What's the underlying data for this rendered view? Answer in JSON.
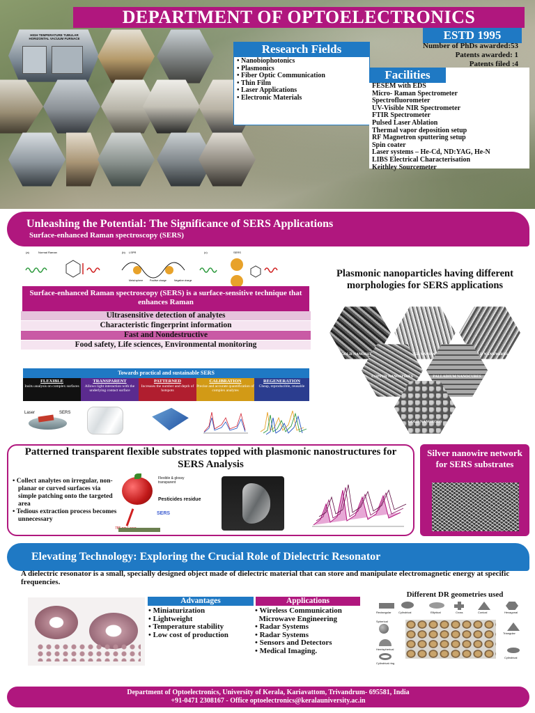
{
  "header": {
    "title": "DEPARTMENT OF OPTOELECTRONICS",
    "estd": "ESTD 1995",
    "stats": [
      "Number of PhDs awarded:53",
      "Patents awarded: 1",
      "Patents filed :4"
    ],
    "photo_label": "HIGH TEMPERATURE TUBULAR HORIZONTAL VACUUM FURNACE"
  },
  "research": {
    "heading": "Research Fields",
    "items": [
      "Nanobiophotonics",
      "Plasmonics",
      "Fiber Optic Communication",
      "Thin Film",
      "Laser Applications",
      "Electronic Materials"
    ]
  },
  "facilities": {
    "heading": "Facilities",
    "items": [
      "FESEM with EDS",
      "Micro- Raman Spectrometer",
      "Spectrofluorometer",
      "UV-Visible NIR Spectrometer",
      "FTIR  Spectrometer",
      "Pulsed Laser Ablation",
      "Thermal vapor deposition setup",
      "RF Magnetron sputtering setup",
      "Spin coater",
      "Laser systems – He-Cd, ND:YAG, He-N",
      "LIBS Electrical Characterisation",
      "Keithley Sourcemeter"
    ]
  },
  "sers": {
    "title": "Unleashing the Potential:  The Significance of SERS Applications",
    "subtitle": "Surface-enhanced Raman spectroscopy  (SERS)",
    "schematic_labels": {
      "a": "(a)",
      "normal": "Normal Raman",
      "b": "(b)",
      "lspr": "LSPR",
      "c": "(c)",
      "sers": "SERS",
      "metal": "Metal sphere",
      "pos": "Positive charge",
      "neg": "Negative charge"
    },
    "description": "Surface-enhanced Raman spectroscopy  (SERS) is a surface-sensitive technique that enhances Raman",
    "features": [
      "Ultrasensitive detection of analytes",
      "Characteristic fingerprint information",
      "Fast and Nondestructive",
      "Food safety, Life sciences, Environmental monitoring"
    ],
    "plasmonic_title": "Plasmonic nanoparticles having different morphologies for SERS applications",
    "nanoparticles": [
      "GOLD NANOSHEETS",
      "SILVER NANOWIRES",
      "GOLD NANOWIRES",
      "COPPER NANOSPIKES",
      "PALLADIUM NANOCUBES",
      "GOLD NANORODS"
    ],
    "practical": {
      "heading": "Towards practical and sustainable SERS",
      "cells": [
        {
          "title": "FLEXIBLE",
          "text": "Insitu analysis on complex surfaces",
          "color": "#111111"
        },
        {
          "title": "TRANSPARENT",
          "text": "Allows light interaction with the underlying contact surface",
          "color": "#5b2b8f"
        },
        {
          "title": "PATTERNED",
          "text": "Increases the number and depth of hotspots",
          "color": "#b01e2f"
        },
        {
          "title": "CALIBRATION",
          "text": "Precise and accurate quantification of complex analytes",
          "color": "#d29a16"
        },
        {
          "title": "REGENERATION",
          "text": "Cheap, reproducible, reusable",
          "color": "#2b3d8f"
        }
      ],
      "laser_label": "Laser",
      "sers_label": "SERS"
    }
  },
  "patterned": {
    "title": "Patterned transparent flexible substrates topped with plasmonic nanostructures for SERS Analysis",
    "bullets": [
      "Collect analytes on irregular, non-planar or curved surfaces via simple patching onto the targeted area",
      "Tedious extraction process becomes unnecessary"
    ],
    "apple_labels": [
      "Flexible & glossy transparent",
      "Pesticides residue",
      "SERS",
      "785 nm Laser"
    ]
  },
  "silver": {
    "title": "Silver nanowire network for SERS substrates"
  },
  "dielectric": {
    "title": "Elevating Technology: Exploring the Crucial Role of Dielectric Resonator",
    "description": "A dielectric resonator is a small, specially designed object made of dielectric material that can store and manipulate electromagnetic energy at specific frequencies.",
    "advantages_heading": "Advantages",
    "advantages": [
      "Miniaturization",
      " Lightweight",
      "Temperature stability",
      "Low cost of production"
    ],
    "applications_heading": "Applications",
    "applications": [
      "Wireless Communication",
      "Microwave Engineering",
      "Radar Systems",
      "Radar Systems",
      "Sensors and Detectors",
      "Medical Imaging."
    ],
    "geometries_title": "Different DR geometries used",
    "geometry_labels": [
      "Rectangular",
      "Cylindrical",
      "Elliptical",
      "Cross",
      "Conical",
      "Hexagonal",
      "Spherical",
      "Triangular",
      "Hemispherical",
      "Cylindrical ring",
      "Cylindrical"
    ]
  },
  "footer": {
    "line1": "Department of Optoelectronics, University of Kerala, Kariavattom, Trivandrum- 695581, India",
    "line2": "+91-0471 2308167 - Office    optoelectronics@keralauniversity.ac.in"
  },
  "colors": {
    "magenta": "#b0177e",
    "blue": "#1f79c4"
  }
}
